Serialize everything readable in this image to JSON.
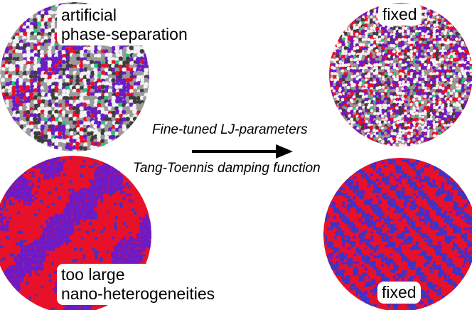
{
  "labels": {
    "top_left": {
      "line1": "artificial",
      "line2": "phase-separation"
    },
    "top_right": "fixed",
    "bottom_left": {
      "line1": "too large",
      "line2": "nano-heterogeneities"
    },
    "bottom_right": "fixed"
  },
  "arrow": {
    "caption_above": "Fine-tuned LJ-parameters",
    "caption_below": "Tang-Toennis damping function"
  },
  "colors": {
    "red": "#e8112a",
    "purple": "#6b1bc8",
    "blue": "#3a35c9",
    "white": "#f2f2f2",
    "gray": "#9a9a9a",
    "dark": "#3d3d3d",
    "green": "#22c47a",
    "arrow": "#000000"
  }
}
